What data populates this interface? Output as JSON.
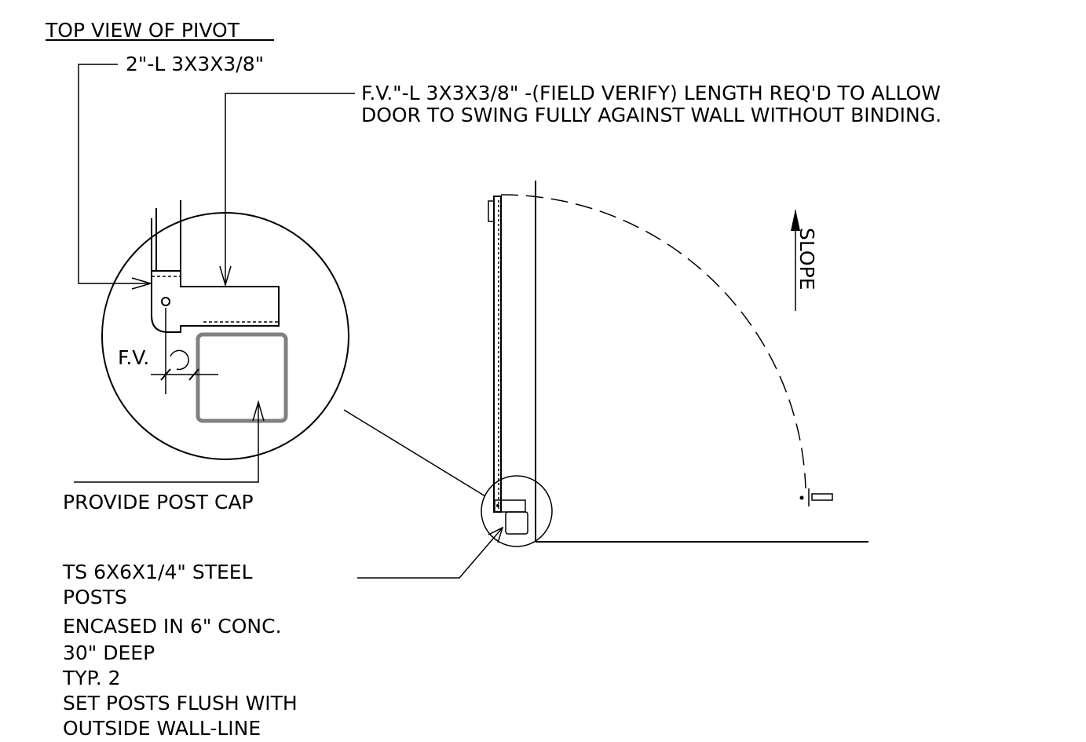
{
  "title": "TOP VIEW OF PIVOT",
  "labels": {
    "pivot_angle": "2\"-L 3X3X3/8\"",
    "fv_angle_line1": "F.V.\"-L 3X3X3/8\" -(FIELD VERIFY) LENGTH REQ'D TO ALLOW",
    "fv_angle_line2": "DOOR TO SWING FULLY AGAINST WALL WITHOUT BINDING.",
    "fv": "F.V.",
    "post_cap": "PROVIDE POST CAP",
    "slope": "SLOPE",
    "posts_note": [
      "TS 6X6X1/4\" STEEL",
      "POSTS",
      "ENCASED IN 6\" CONC.",
      "30\" DEEP",
      "TYP. 2",
      "SET POSTS FLUSH WITH",
      "OUTSIDE WALL-LINE"
    ]
  },
  "colors": {
    "line": "#000000",
    "post": "#808080"
  }
}
